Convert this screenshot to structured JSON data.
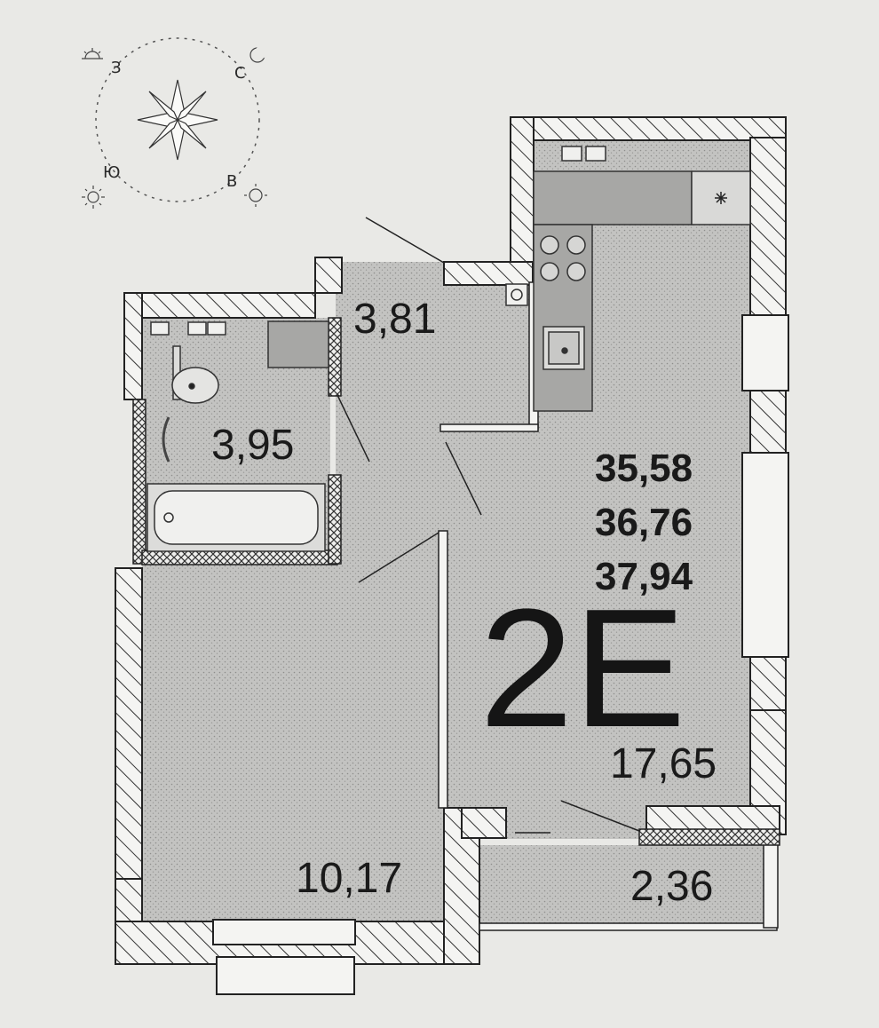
{
  "compass": {
    "west": "З",
    "north": "С",
    "south": "Ю",
    "east": "В"
  },
  "rooms": {
    "hall": "3,81",
    "bathroom": "3,95",
    "living_kitchen": "17,65",
    "bedroom": "10,17",
    "balcony": "2,36"
  },
  "summary": {
    "area_1": "35,58",
    "area_2": "36,76",
    "area_3": "37,94"
  },
  "unit_type": "2Е",
  "colors": {
    "paper": "#e9e9e6",
    "floor": "#bdbdbb",
    "wall": "#2a2a2a",
    "text": "#1a1a1a"
  }
}
